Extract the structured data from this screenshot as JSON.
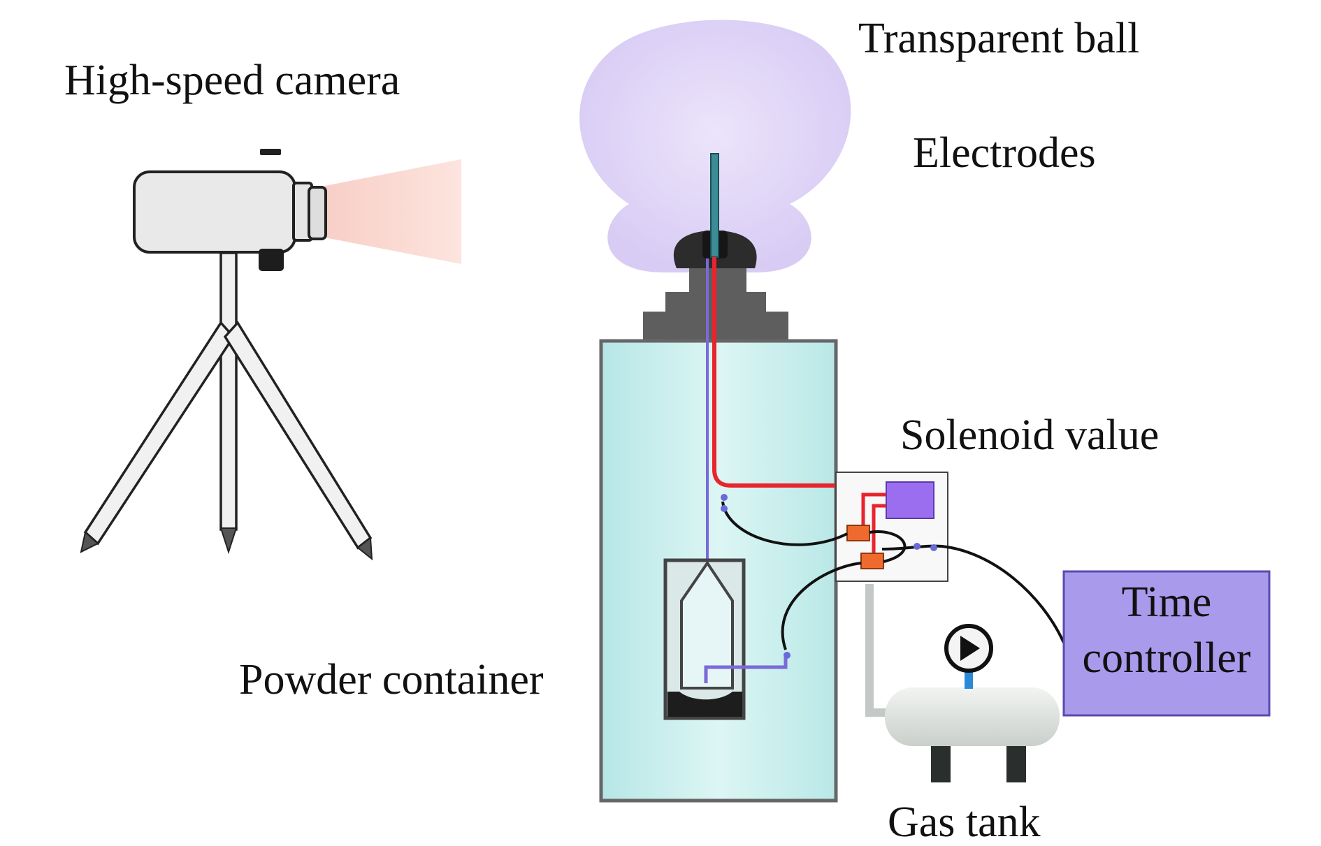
{
  "labels": {
    "camera": "High-speed camera",
    "ball": "Transparent ball",
    "electrodes": "Electrodes",
    "solenoid": "Solenoid value",
    "powder": "Powder container",
    "gas_tank": "Gas tank",
    "time_line1": "Time",
    "time_line2": "controller"
  },
  "colors": {
    "ball": "#e2d8f8",
    "chamber": "#c6eeee",
    "controller": "#a99aec",
    "solenoid": "#9b6ef0",
    "valve": "#ee6a2e",
    "wire_red": "#e8242c",
    "wire_black": "#111111",
    "tube_purple": "#7a6ad8",
    "camera_body": "#e8e8e8",
    "light_beam": "#fbd9d2",
    "tank": "#dfe3e0",
    "gauge_stem": "#2a8ad8",
    "base_gray": "#5e5e5e"
  }
}
